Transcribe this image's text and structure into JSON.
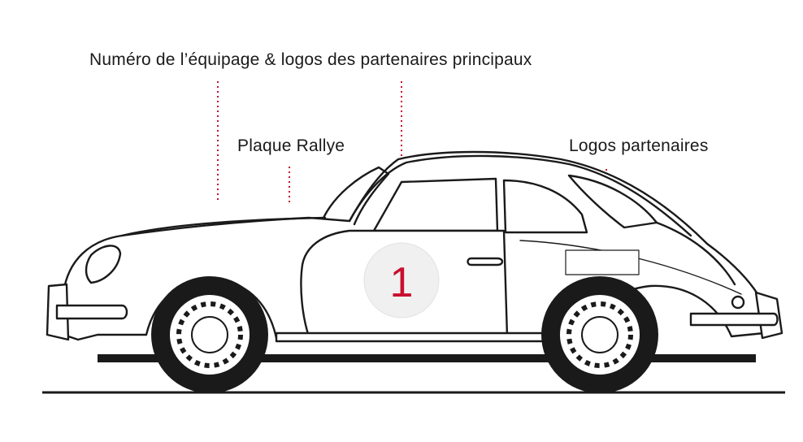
{
  "labels": {
    "crew_number": "Numéro de l’équipage & logos des partenaires principaux",
    "rally_plate": "Plaque Rallye",
    "partner_logos": "Logos partenaires"
  },
  "door_number": "1",
  "colors": {
    "accent": "#c8102e",
    "line": "#1a1a1a",
    "background": "#ffffff",
    "number_circle": "#f0f0f0"
  }
}
